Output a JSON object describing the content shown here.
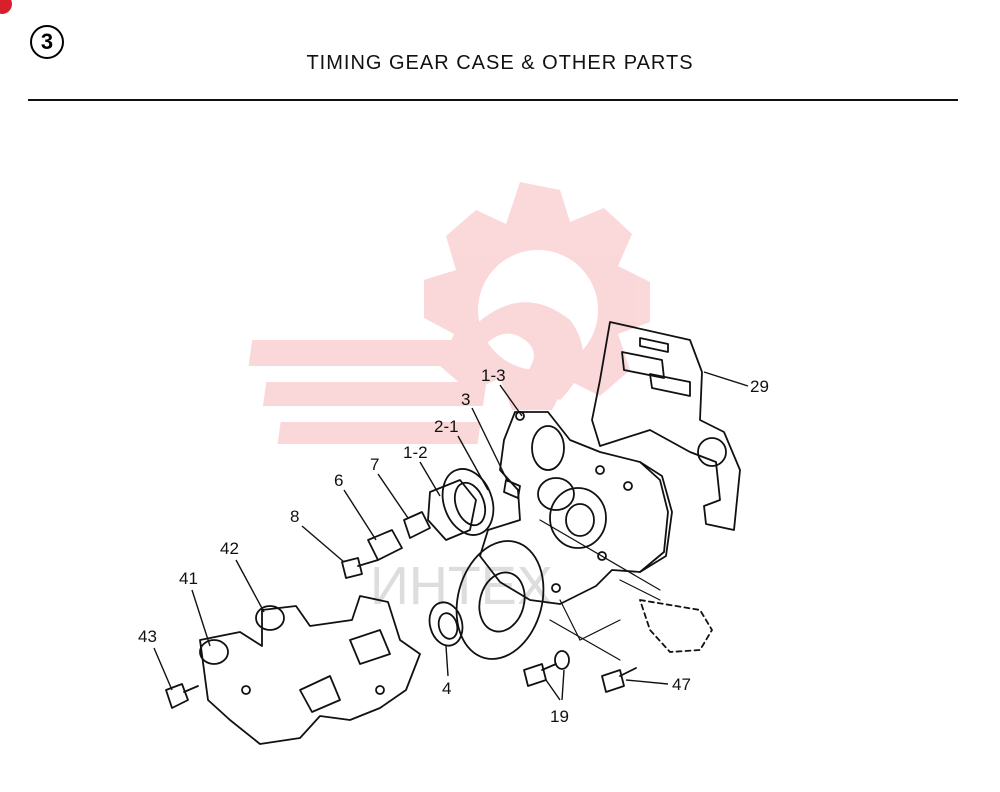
{
  "header": {
    "section_number": "3",
    "title": "TIMING GEAR CASE & OTHER PARTS"
  },
  "watermark": {
    "text": "ИНТЕХ",
    "color": "#e8262e"
  },
  "callouts": [
    {
      "id": "1-3",
      "label": "1-3"
    },
    {
      "id": "3",
      "label": "3"
    },
    {
      "id": "2-1",
      "label": "2-1"
    },
    {
      "id": "1-2",
      "label": "1-2"
    },
    {
      "id": "7",
      "label": "7"
    },
    {
      "id": "6",
      "label": "6"
    },
    {
      "id": "8",
      "label": "8"
    },
    {
      "id": "42",
      "label": "42"
    },
    {
      "id": "41",
      "label": "41"
    },
    {
      "id": "43",
      "label": "43"
    },
    {
      "id": "4",
      "label": "4"
    },
    {
      "id": "19",
      "label": "19"
    },
    {
      "id": "47",
      "label": "47"
    },
    {
      "id": "29",
      "label": "29"
    }
  ]
}
